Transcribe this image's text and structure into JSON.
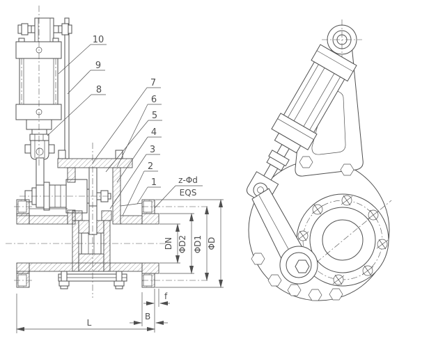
{
  "drawing": {
    "background": "#ffffff",
    "line_color": "#4f4f4f",
    "line_css": "color:#4f4f4f",
    "callouts": [
      "1",
      "2",
      "3",
      "4",
      "5",
      "6",
      "7",
      "8",
      "9",
      "10"
    ],
    "dimensions": {
      "bolt_holes": "z-Φd",
      "spacing": "EQS",
      "nominal_bore": "DN",
      "raised_face_dia": "ΦD2",
      "bolt_circle_dia": "ΦD1",
      "flange_dia": "ΦD",
      "raised_face_height": "f",
      "flange_thickness": "B",
      "face_to_face": "L"
    }
  }
}
